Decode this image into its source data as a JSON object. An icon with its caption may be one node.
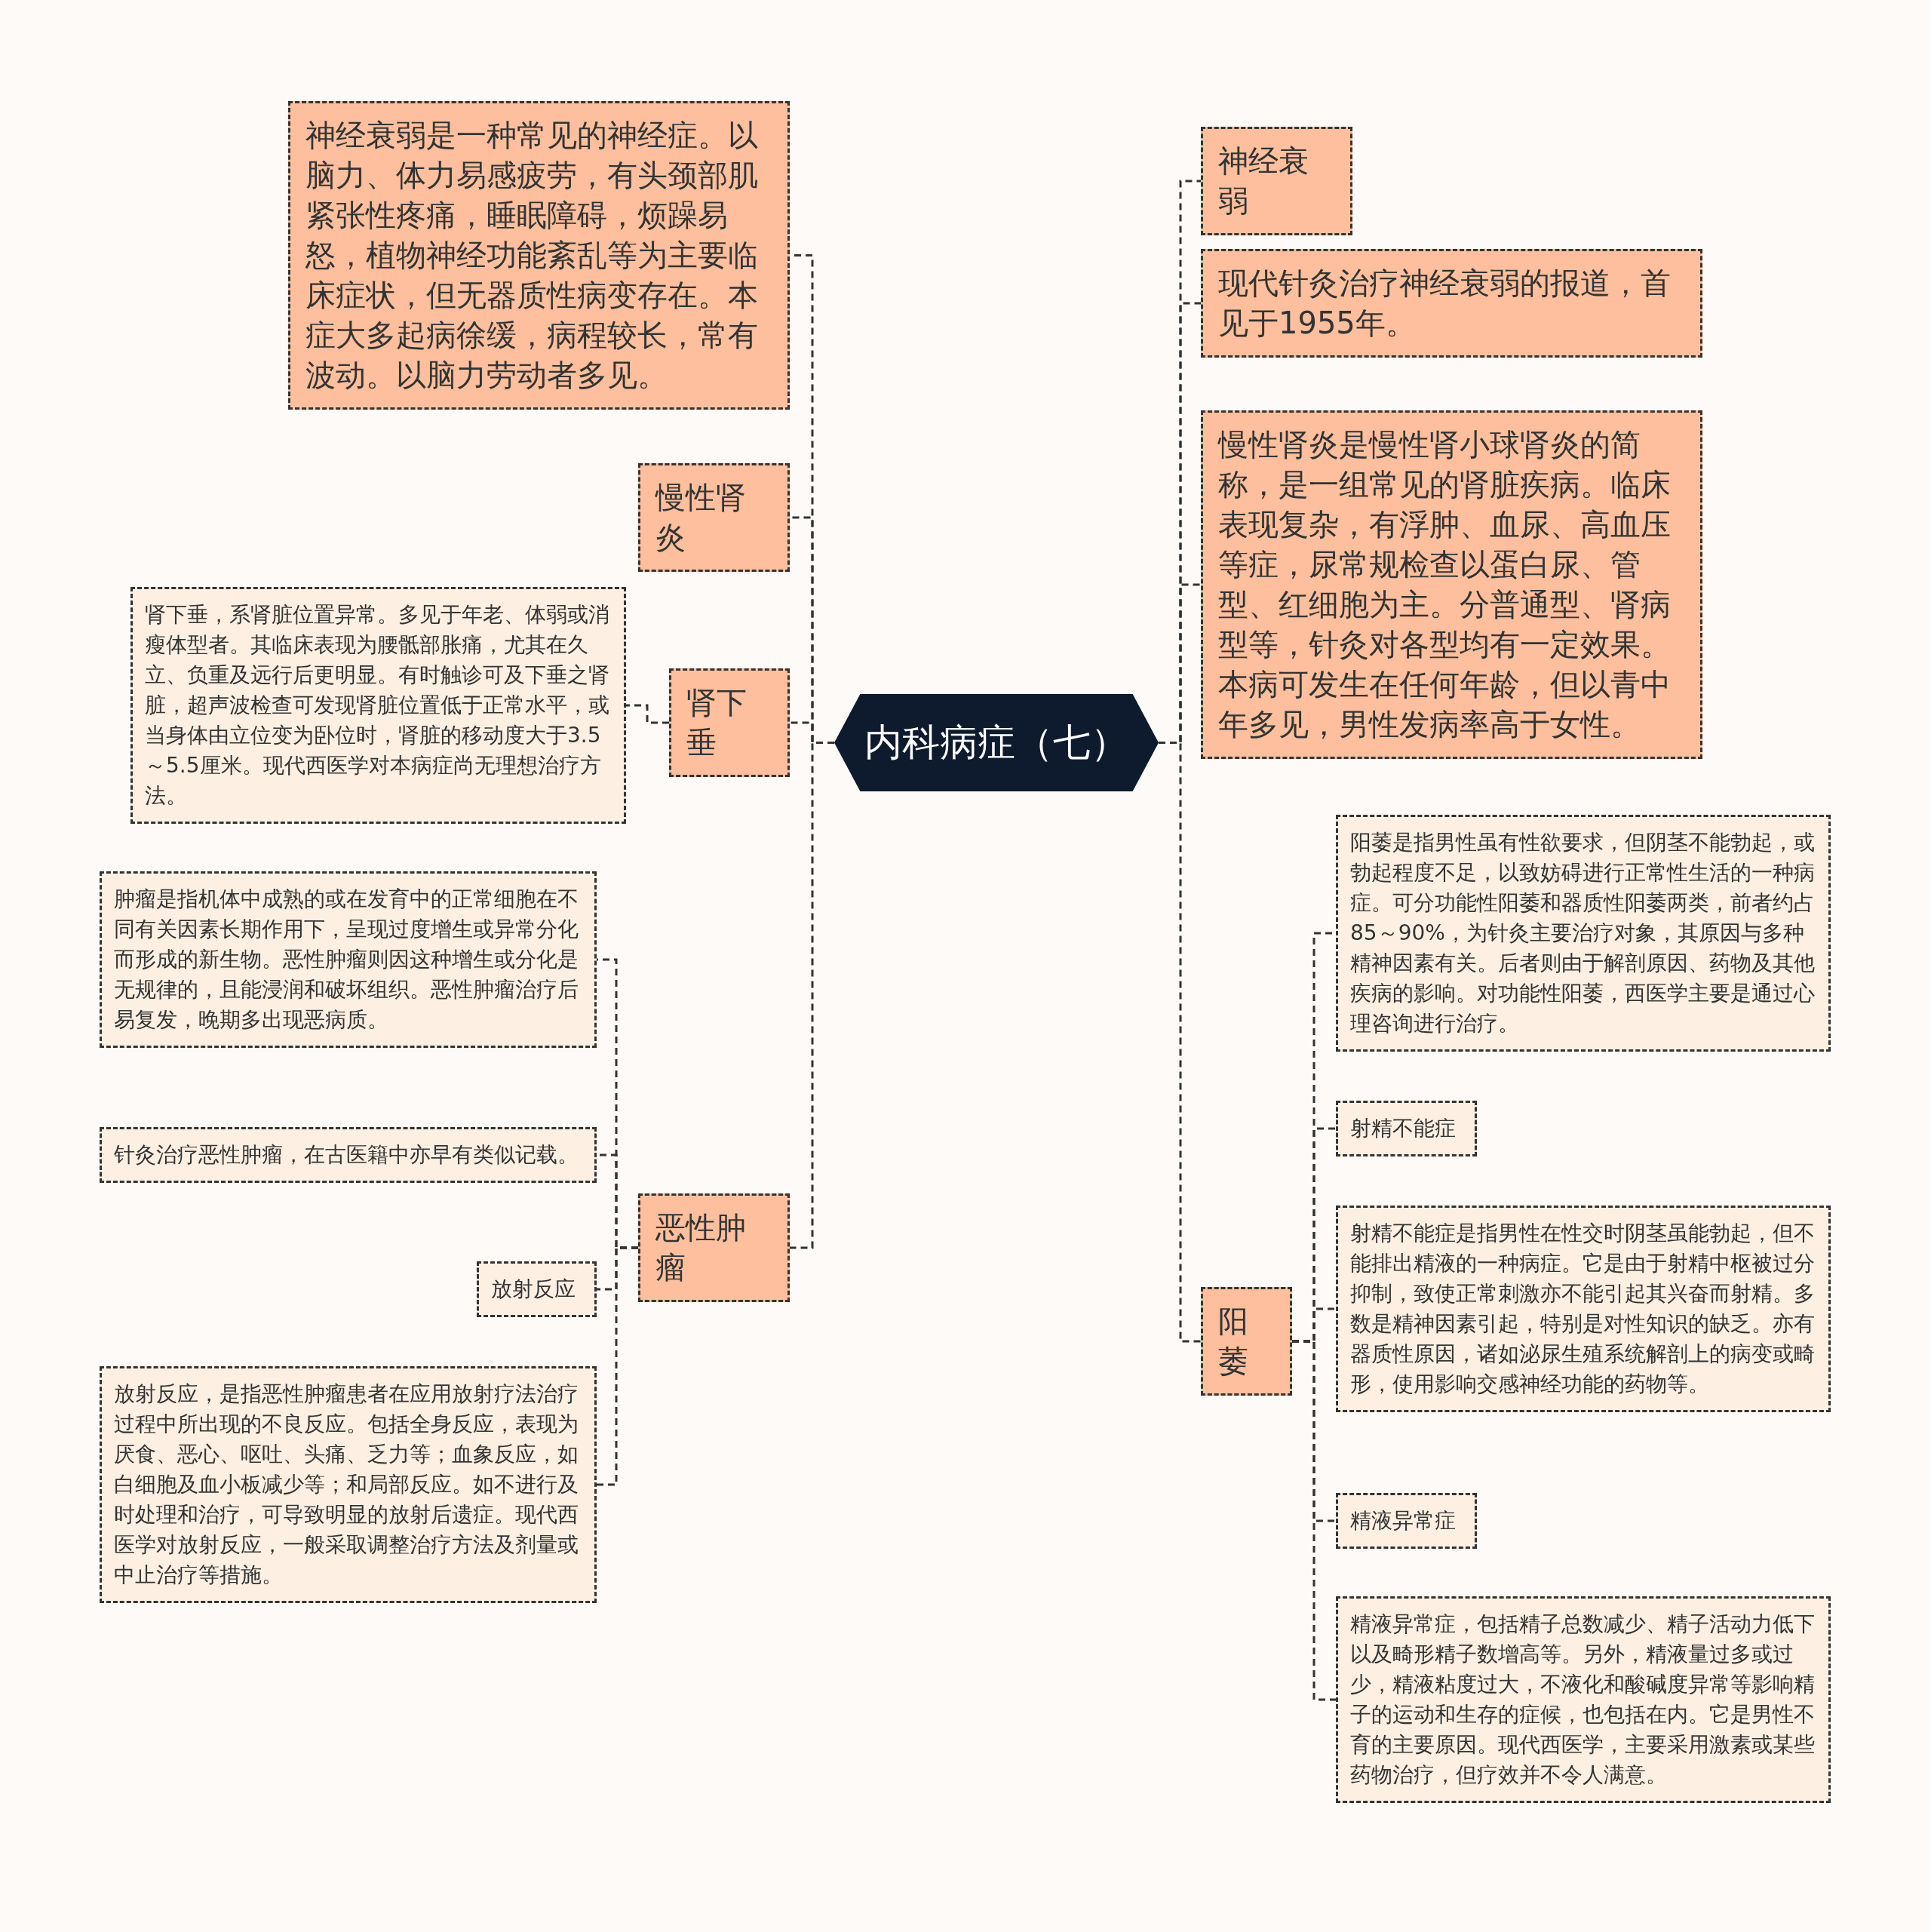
{
  "diagram": {
    "nodes": [
      {
        "text": [
          "内科病症（七）"
        ]
      },
      {
        "text": [
          "神经衰弱是一种常见的神经症。以脑力、体力易感疲劳，有头颈部肌紧张性疼痛，睡眠障碍，烦躁易怒，植物神经功能紊乱等为主要临床症状，但无器质性病变存在。本症大多起病徐缓，病程较长，常有波动。以脑力劳动者多见。"
        ]
      },
      {
        "text": [
          "慢性肾炎"
        ]
      },
      {
        "text": [
          "肾下垂"
        ]
      },
      {
        "text": [
          "肾下垂，系肾脏位置异常。多见于年老、体弱或消瘦体型者。其临床表现为腰骶部胀痛，尤其在久立、负重及远行后更明显。有时触诊可及下垂之肾脏，超声波检查可发现肾脏位置低于正常水平，或当身体由立位变为卧位时，肾脏的移动度大于3.5～5.5厘米。现代西医学对本病症尚无理想治疗方法。"
        ]
      },
      {
        "text": [
          "恶性肿瘤"
        ]
      },
      {
        "text": [
          "肿瘤是指机体中成熟的或在发育中的正常细胞在不同有关因素长期作用下，呈现过度增生或异常分化而形成的新生物。恶性肿瘤则因这种增生或分化是无规律的，且能浸润和破坏组织。恶性肿瘤治疗后易复发，晚期多出现恶病质。"
        ]
      },
      {
        "text": [
          "针灸治疗恶性肿瘤，在古医籍中亦早有类似记载。"
        ]
      },
      {
        "text": [
          "放射反应"
        ]
      },
      {
        "text": [
          "放射反应，是指恶性肿瘤患者在应用放射疗法治疗过程中所出现的不良反应。包括全身反应，表现为厌食、恶心、呕吐、头痛、乏力等；血象反应，如白细胞及血小板减少等；和局部反应。如不进行及时处理和治疗，可导致明显的放射后遗症。现代西医学对放射反应，一般采取调整治疗方法及剂量或中止治疗等措施。"
        ]
      },
      {
        "text": [
          "神经衰弱"
        ]
      },
      {
        "text": [
          "现代针灸治疗神经衰弱的报道，首见于1955年。"
        ]
      },
      {
        "text": [
          "慢性肾炎是慢性肾小球肾炎的简称，是一组常见的肾脏疾病。临床表现复杂，有浮肿、血尿、高血压等症，尿常规检查以蛋白尿、管型、红细胞为主。分普通型、肾病型等，针灸对各型均有一定效果。本病可发生在任何年龄，但以青中年多见，男性发病率高于女性。"
        ]
      },
      {
        "text": [
          "阳萎"
        ]
      },
      {
        "text": [
          "阳萎是指男性虽有性欲要求，但阴茎不能勃起，或勃起程度不足，以致妨碍进行正常性生活的一种病症。可分功能性阳萎和器质性阳萎两类，前者约占85～90%，为针灸主要治疗对象，其原因与多种精神因素有关。后者则由于解剖原因、药物及其他疾病的影响。对功能性阳萎，西医学主要是通过心理咨询进行治疗。"
        ]
      },
      {
        "text": [
          "射精不能症"
        ]
      },
      {
        "text": [
          "射精不能症是指男性在性交时阴茎虽能勃起，但不能排出精液的一种病症。它是由于射精中枢被过分抑制，致使正常刺激亦不能引起其兴奋而射精。多数是精神因素引起，特别是对性知识的缺乏。亦有器质性原因，诸如泌尿生殖系统解剖上的病变或畸形，使用影响交感神经功能的药物等。"
        ]
      },
      {
        "text": [
          "精液异常症"
        ]
      },
      {
        "text": [
          "精液异常症，包括精子总数减少、精子活动力低下以及畸形精子数增高等。另外，精液量过多或过少，精液粘度过大，不液化和酸碱度异常等影响精子的运动和生存的症候，也包括在内。它是男性不育的主要原因。现代西医学，主要采用激素或某些药物治疗，但疗效并不令人满意。"
        ]
      }
    ],
    "edges": [
      {
        "from": 0,
        "to": 1,
        "arrow": "none"
      },
      {
        "from": 0,
        "to": 2,
        "arrow": "none"
      },
      {
        "from": 0,
        "to": 3,
        "arrow": "none"
      },
      {
        "from": 3,
        "to": 4,
        "arrow": "none"
      },
      {
        "from": 0,
        "to": 5,
        "arrow": "none"
      },
      {
        "from": 5,
        "to": 6,
        "arrow": "none"
      },
      {
        "from": 5,
        "to": 7,
        "arrow": "none"
      },
      {
        "from": 5,
        "to": 8,
        "arrow": "none"
      },
      {
        "from": 5,
        "to": 9,
        "arrow": "none"
      },
      {
        "from": 0,
        "to": 10,
        "arrow": "none"
      },
      {
        "from": 0,
        "to": 11,
        "arrow": "none"
      },
      {
        "from": 0,
        "to": 12,
        "arrow": "none"
      },
      {
        "from": 0,
        "to": 13,
        "arrow": "none"
      },
      {
        "from": 13,
        "to": 14,
        "arrow": "none"
      },
      {
        "from": 13,
        "to": 15,
        "arrow": "none"
      },
      {
        "from": 13,
        "to": 16,
        "arrow": "none"
      },
      {
        "from": 13,
        "to": 17,
        "arrow": "none"
      },
      {
        "from": 13,
        "to": 18,
        "arrow": "none"
      }
    ]
  }
}
